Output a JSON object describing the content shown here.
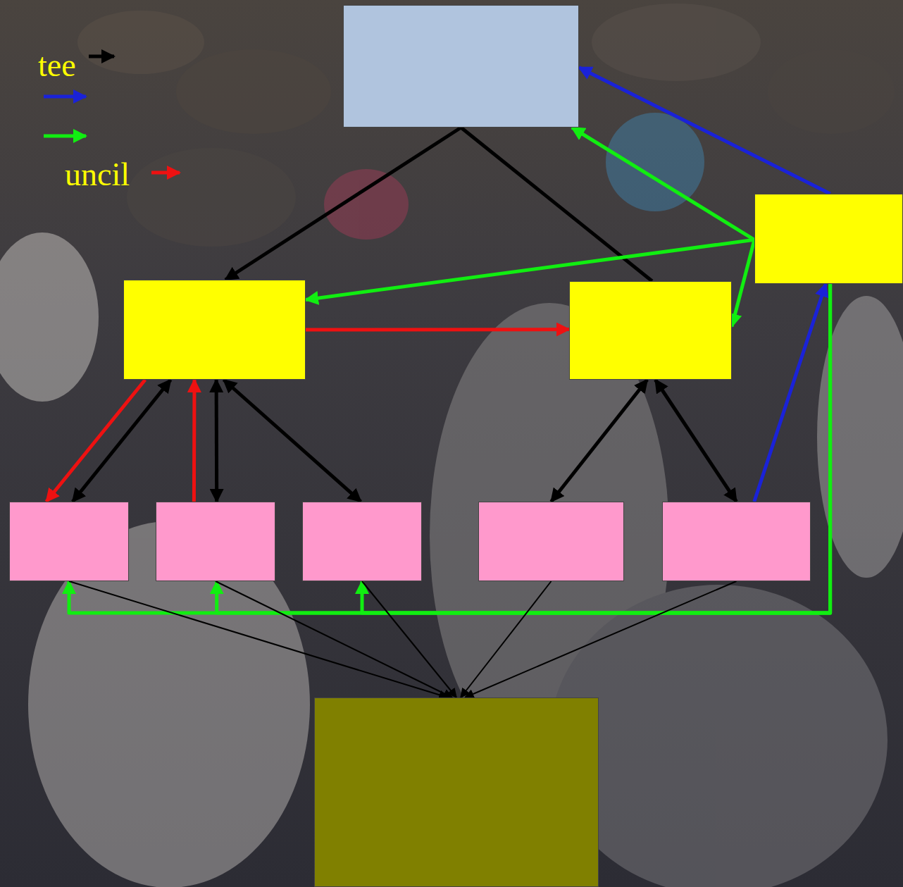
{
  "diagram": {
    "nodes": [
      {
        "text": []
      },
      {
        "text": []
      },
      {
        "text": []
      },
      {
        "text": []
      },
      {
        "text": []
      },
      {
        "text": []
      },
      {
        "text": []
      },
      {
        "text": []
      },
      {
        "text": []
      },
      {
        "text": []
      }
    ],
    "edges": [
      {
        "from": 0,
        "to": 2,
        "arrow": "to"
      },
      {
        "from": 0,
        "to": 3,
        "arrow": "none"
      },
      {
        "from": 1,
        "to": 0,
        "arrow": "to"
      },
      {
        "from": 1,
        "to": 0,
        "arrow": "to"
      },
      {
        "from": 1,
        "to": 2,
        "arrow": "to"
      },
      {
        "from": 1,
        "to": 3,
        "arrow": "to"
      },
      {
        "from": 2,
        "to": 3,
        "arrow": "to"
      },
      {
        "from": 2,
        "to": 4,
        "arrow": "to"
      },
      {
        "from": 2,
        "to": 4,
        "arrow": "both"
      },
      {
        "from": 5,
        "to": 2,
        "arrow": "to"
      },
      {
        "from": 2,
        "to": 5,
        "arrow": "both"
      },
      {
        "from": 2,
        "to": 6,
        "arrow": "both"
      },
      {
        "from": 3,
        "to": 7,
        "arrow": "both"
      },
      {
        "from": 3,
        "to": 8,
        "arrow": "both"
      },
      {
        "from": 8,
        "to": 1,
        "arrow": "to"
      },
      {
        "from": 1,
        "to": 4,
        "arrow": "to"
      },
      {
        "from": 1,
        "to": 5,
        "arrow": "to"
      },
      {
        "from": 1,
        "to": 6,
        "arrow": "to"
      },
      {
        "from": 4,
        "to": 9,
        "arrow": "to"
      },
      {
        "from": 5,
        "to": 9,
        "arrow": "to"
      },
      {
        "from": 6,
        "to": 9,
        "arrow": "to"
      },
      {
        "from": 7,
        "to": 9,
        "arrow": "to"
      },
      {
        "from": 8,
        "to": 9,
        "arrow": "to"
      }
    ],
    "legend": [
      {
        "text": "tee"
      },
      {
        "text": "uncil"
      }
    ]
  }
}
